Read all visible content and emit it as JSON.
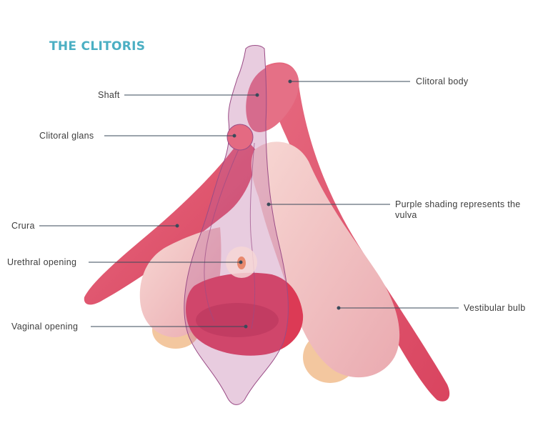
{
  "title": "THE CLITORIS",
  "labels": {
    "shaft": "Shaft",
    "clitoral_glans": "Clitoral glans",
    "crura": "Crura",
    "urethral_opening": "Urethral opening",
    "vaginal_opening": "Vaginal opening",
    "clitoral_body": "Clitoral body",
    "purple_shading": "Purple shading represents the vulva",
    "vestibular_bulb": "Vestibular bulb"
  },
  "colors": {
    "title": "#4BAFC3",
    "crura": "#E0566F",
    "bulb": "#F2C3C3",
    "bulb_shadow": "#F3C79F",
    "vulva_overlay": "#B7609A",
    "inner_red": "#DC3A55",
    "leader_line": "#3a4a5a",
    "label_text": "#3d3d3d"
  }
}
